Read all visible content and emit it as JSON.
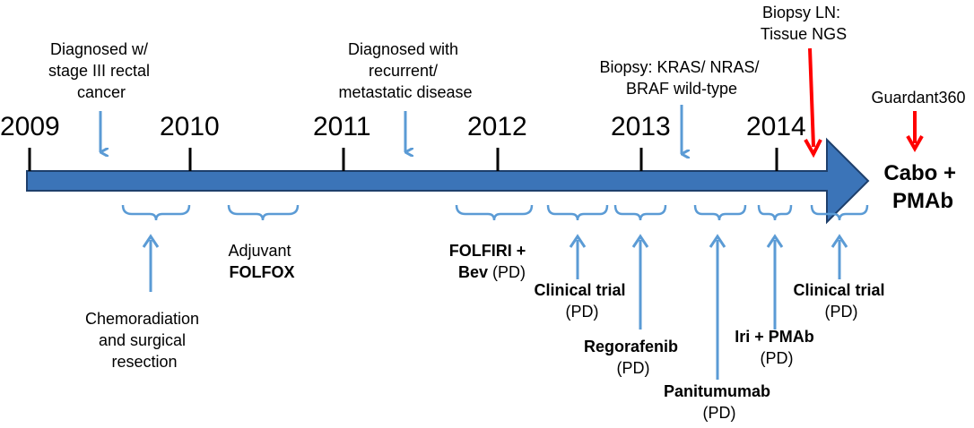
{
  "colors": {
    "arrow_fill": "#3b74b8",
    "arrow_stroke": "#1e3f6b",
    "light_blue": "#5b9bd5",
    "red": "#ff0000",
    "text": "#000000"
  },
  "timeline": {
    "years": [
      "2009",
      "2010",
      "2011",
      "2012",
      "2013",
      "2014"
    ],
    "end_label": {
      "line1": "Cabo +",
      "line2": "PMAb"
    }
  },
  "events_above": [
    {
      "lines": [
        "Diagnosed w/",
        "stage III rectal",
        "cancer"
      ],
      "arrow": "blue"
    },
    {
      "lines": [
        "Diagnosed with",
        "recurrent/",
        "metastatic disease"
      ],
      "arrow": "blue"
    },
    {
      "lines": [
        "Biopsy: KRAS/ NRAS/",
        "BRAF wild-type"
      ],
      "arrow": "blue"
    },
    {
      "lines": [
        "Biopsy LN:",
        "Tissue NGS"
      ],
      "arrow": "red"
    },
    {
      "lines": [
        "Guardant360"
      ],
      "arrow": "red"
    }
  ],
  "treatments": [
    {
      "line1": "Chemoradiation",
      "line2": "and surgical",
      "line3": "resection"
    },
    {
      "line1": "Adjuvant",
      "line2": "FOLFOX"
    },
    {
      "line1": "FOLFIRI +",
      "line2a": "Bev",
      "line2b": " (PD)"
    },
    {
      "line1": "Clinical trial",
      "line2": "(PD)"
    },
    {
      "line1": "Regorafenib",
      "line2": "(PD)"
    },
    {
      "line1": "Panitumumab",
      "line2": "(PD)"
    },
    {
      "line1": "Iri + PMAb",
      "line2": "(PD)"
    },
    {
      "line1": "Clinical trial",
      "line2": "(PD)"
    }
  ]
}
